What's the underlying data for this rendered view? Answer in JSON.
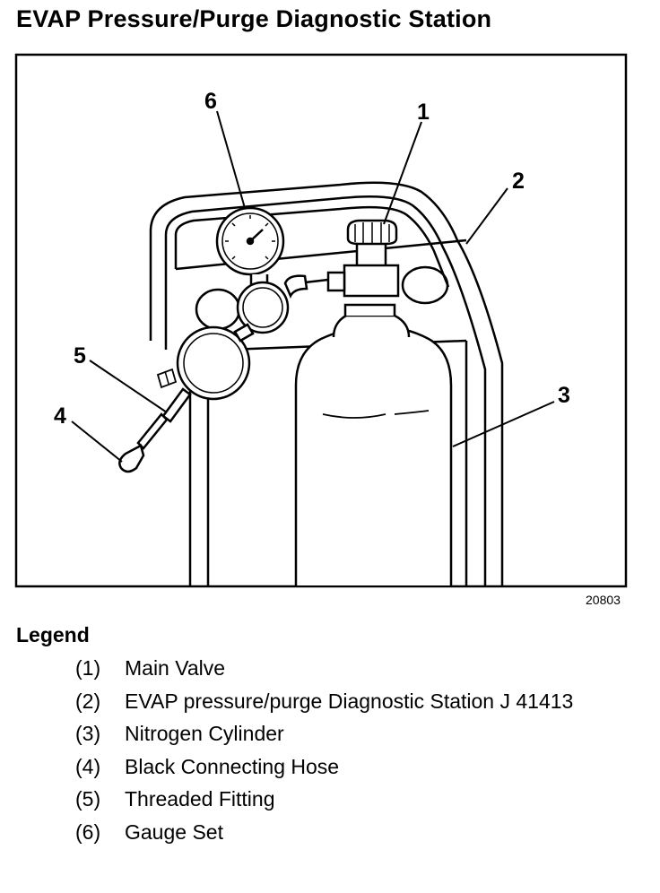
{
  "title": "EVAP Pressure/Purge Diagnostic Station",
  "figure": {
    "id": "20803",
    "callouts": [
      "1",
      "2",
      "3",
      "4",
      "5",
      "6"
    ]
  },
  "legend": {
    "heading": "Legend",
    "items": [
      {
        "num": "(1)",
        "text": "Main Valve"
      },
      {
        "num": "(2)",
        "text": "EVAP pressure/purge Diagnostic Station J 41413"
      },
      {
        "num": "(3)",
        "text": "Nitrogen Cylinder"
      },
      {
        "num": "(4)",
        "text": "Black Connecting Hose"
      },
      {
        "num": "(5)",
        "text": "Threaded Fitting"
      },
      {
        "num": "(6)",
        "text": "Gauge Set"
      }
    ]
  }
}
